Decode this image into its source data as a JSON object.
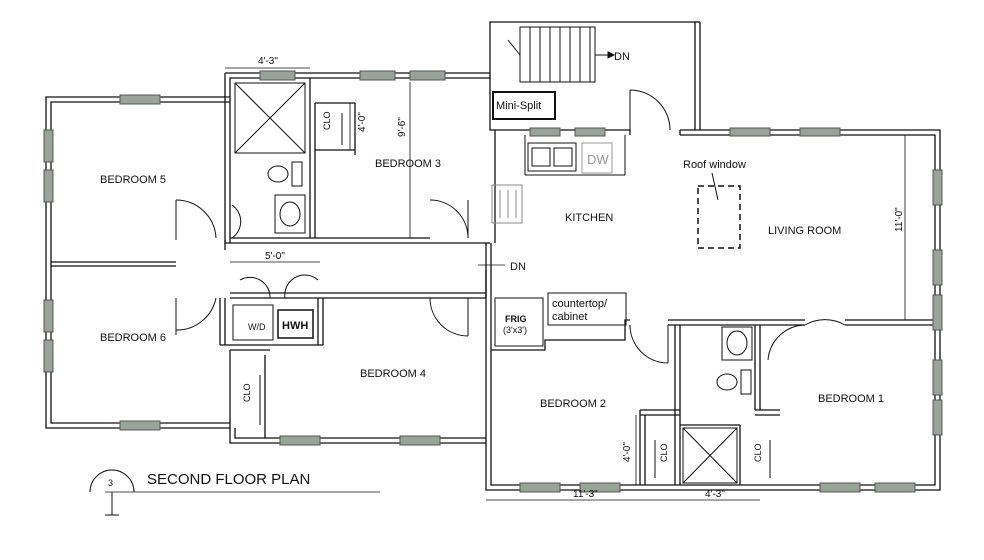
{
  "title": "SECOND FLOOR PLAN",
  "sheet_number": "3",
  "rooms": {
    "bedroom1": "BEDROOM 1",
    "bedroom2": "BEDROOM 2",
    "bedroom3": "BEDROOM 3",
    "bedroom4": "BEDROOM 4",
    "bedroom5": "BEDROOM 5",
    "bedroom6": "BEDROOM 6",
    "kitchen": "KITCHEN",
    "living_room": "LIVING ROOM"
  },
  "labels": {
    "mini_split": "Mini-Split",
    "dw": "DW",
    "roof_window": "Roof window",
    "frig": "FRIG",
    "frig_size": "(3'x3')",
    "countertop_line1": "countertop/",
    "countertop_line2": "cabinet",
    "wd": "W/D",
    "hwh": "HWH",
    "clo_bed3": "CLO",
    "clo_bed4": "CLO",
    "clo_bed2": "CLO",
    "clo_bed1": "CLO",
    "dn_stair": "DN",
    "dn_hall": "DN"
  },
  "dimensions": {
    "top_bath_width": "4'-3\"",
    "bed3_closet_depth": "4'-0\"",
    "bed3_depth": "9'-6\"",
    "laundry_width": "5'-0\"",
    "living_depth": "11'-0\"",
    "bed2_closet_depth": "4'-0\"",
    "bed2_width": "11'-3\"",
    "bath2_width": "4'-3\""
  }
}
